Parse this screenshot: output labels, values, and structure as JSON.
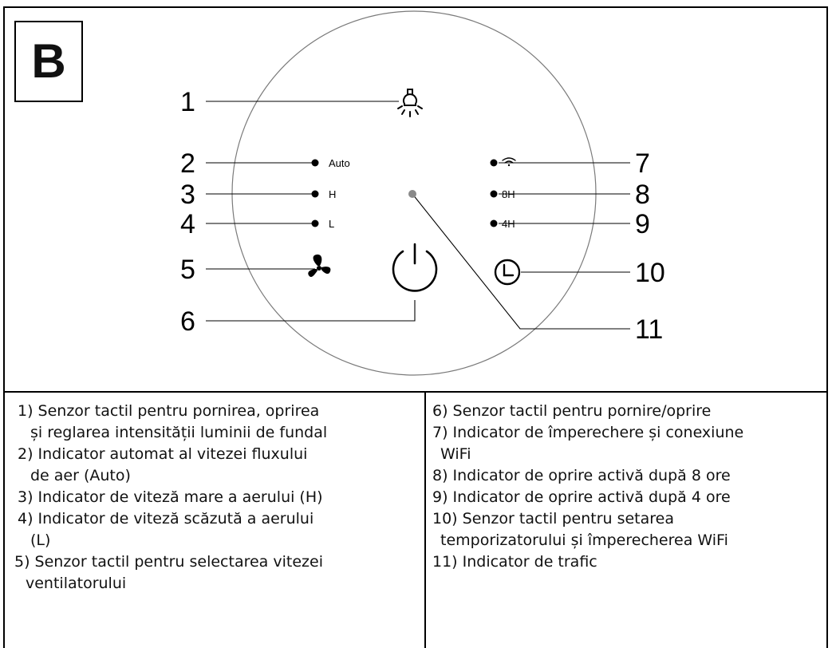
{
  "panel_letter": "B",
  "callouts": [
    "1",
    "2",
    "3",
    "4",
    "5",
    "6",
    "7",
    "8",
    "9",
    "10",
    "11"
  ],
  "panel_labels": {
    "auto": "Auto",
    "high": "H",
    "low": "L",
    "timer_8h": "8H",
    "timer_4h": "4H"
  },
  "legend_left": [
    [
      "1) Senzor tactil pentru pornirea, oprirea",
      "și reglarea intensității luminii de fundal"
    ],
    [
      "2) Indicator automat al vitezei fluxului",
      "de aer (Auto)"
    ],
    [
      "3) Indicator de viteză mare a aerului (H)"
    ],
    [
      "4) Indicator de viteză scăzută a aerului",
      "(L)"
    ],
    [
      "5) Senzor tactil pentru selectarea vitezei",
      "ventilatorului"
    ]
  ],
  "legend_right": [
    [
      "6) Senzor tactil pentru pornire/oprire"
    ],
    [
      "7) Indicator de împerechere și conexiune",
      "WiFi"
    ],
    [
      "8) Indicator de oprire activă după 8 ore"
    ],
    [
      "9) Indicator de oprire activă după 4 ore"
    ],
    [
      "10) Senzor tactil pentru setarea",
      "temporizatorului și împerecherea WiFi"
    ],
    [
      "11) Indicator de trafic"
    ]
  ],
  "colors": {
    "line": "#000000",
    "traffic_dot": "#8a8a8a",
    "circle": "#7a7a7a"
  },
  "icons": [
    "light-icon",
    "fan-icon",
    "power-icon",
    "clock-icon",
    "wifi-icon"
  ]
}
